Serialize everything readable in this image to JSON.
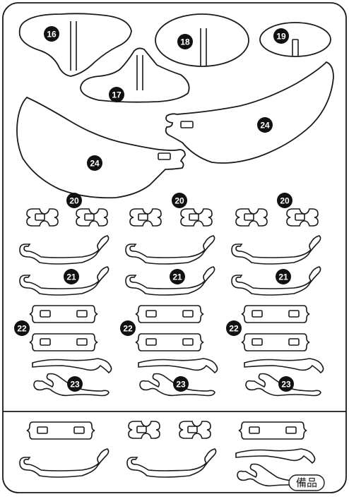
{
  "sheet": {
    "part_numbers": {
      "p16": "16",
      "p17": "17",
      "p18": "18",
      "p19": "19",
      "p20": "20",
      "p21": "21",
      "p22": "22",
      "p23": "23",
      "p24": "24"
    },
    "spare_label": "備品"
  },
  "colors": {
    "outline": "#1a1a1a",
    "badge": "#111111",
    "badge_text": "#ffffff",
    "background": "#ffffff"
  }
}
